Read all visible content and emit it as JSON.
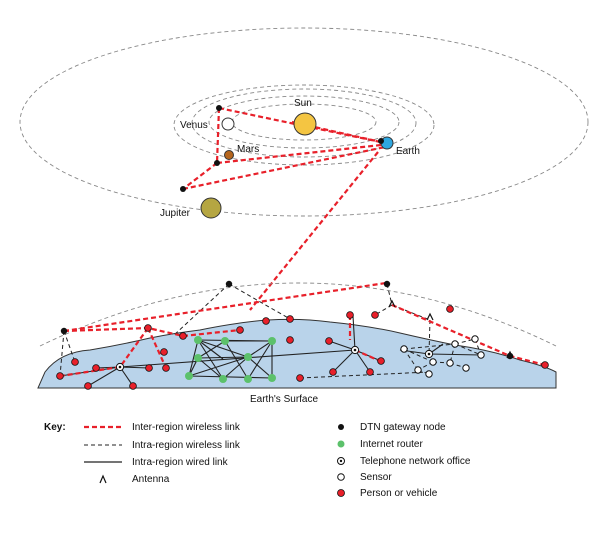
{
  "planets": {
    "sun": "Sun",
    "venus": "Venus",
    "mars": "Mars",
    "earth": "Earth",
    "jupiter": "Jupiter"
  },
  "surface_label": "Earth's Surface",
  "key": {
    "title": "Key:",
    "inter_region_wireless": "Inter-region wireless link",
    "intra_region_wireless": "Intra-region wireless link",
    "intra_region_wired": "Intra-region wired link",
    "antenna": "Antenna",
    "dtn_gateway": "DTN gateway node",
    "internet_router": "Internet router",
    "telephone_office": "Telephone network office",
    "sensor": "Sensor",
    "person_vehicle": "Person or vehicle"
  },
  "colors": {
    "inter_region_link": "#e8202a",
    "ocean_land": "#b9d3ea",
    "sun": "#f4c542",
    "earth": "#2fa7e0",
    "mars": "#b5651d",
    "jupiter": "#b5a642",
    "router": "#5cc16b",
    "person": "#e8202a"
  },
  "icons": {
    "antenna": "antenna-icon",
    "gateway": "gateway-node-icon",
    "router": "router-node-icon",
    "telephone": "telephone-office-icon",
    "sensor": "sensor-node-icon",
    "person": "person-vehicle-icon"
  }
}
